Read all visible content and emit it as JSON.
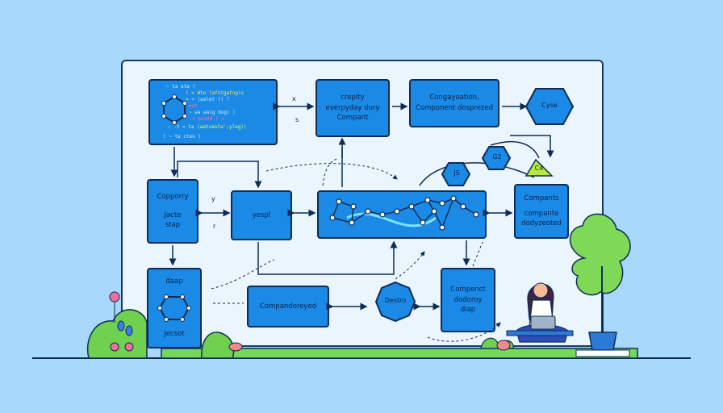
{
  "boxes": {
    "top_center": [
      "creplty",
      "everpyday dury",
      "Compant"
    ],
    "top_right": [
      "Congayoation,",
      "Component dosprezed"
    ],
    "left_mid": [
      "Copporry",
      "Jacte",
      "stap"
    ],
    "yespl": "yespl",
    "right_mid": [
      "Compants",
      "compante",
      "dodyzeoted"
    ],
    "bottom_left": [
      "daap",
      "Jecsot"
    ],
    "bottom_center": "Compandoreyed",
    "bottom_right": [
      "Compenct",
      "dodoroy",
      "diap"
    ]
  },
  "shapes": {
    "cyse": "Cyse",
    "js": "JS",
    "g2": "G2",
    "c4": "C4",
    "destro": "Destro"
  },
  "code_lines": [
    "~ ta ata (",
    "( < #to (afstgatng)s",
    "< = (aalet (( ?",
    "ewt",
    "~ wa waig bog) )",
    "< puadd ) >",
    "~ -t = ta  (aatvasta';yleg))",
    "( ~ ta cten )"
  ],
  "side_marks": {
    "top_tick": "x",
    "top_s": "s",
    "left_y": "y",
    "left_r": "r"
  },
  "colors": {
    "background": "#a8d8fb",
    "board": "#eaf5fe",
    "box": "#1a8ae6",
    "outline": "#0f2c55",
    "grass": "#76d85a"
  }
}
